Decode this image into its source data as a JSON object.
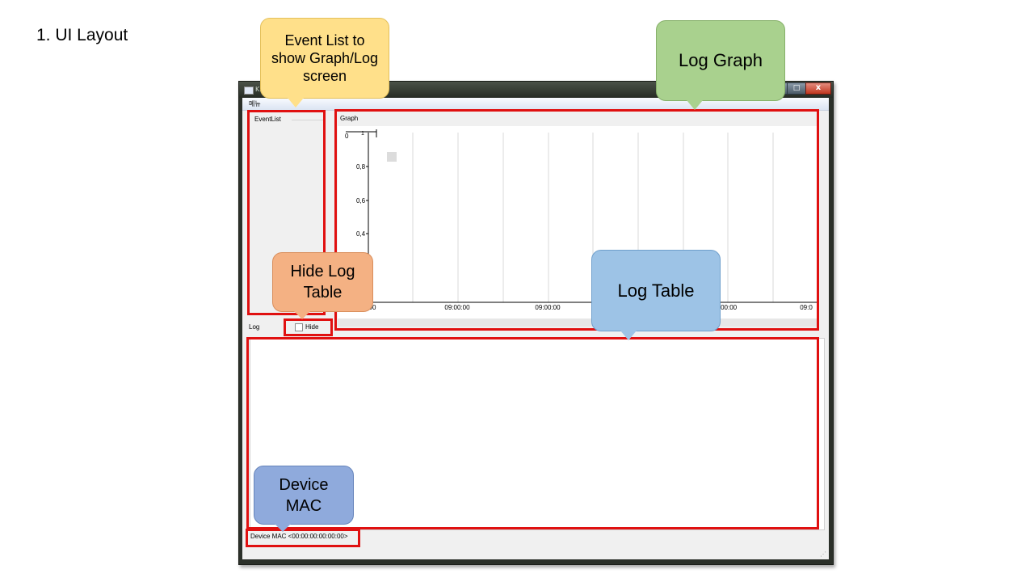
{
  "slide": {
    "title": "1. UI Layout"
  },
  "window": {
    "title": "K...",
    "close_glyph": "x",
    "maximize_glyph": "□",
    "menu_item": "메뉴",
    "resize_grip": "⋰"
  },
  "event_list": {
    "label": "EventList"
  },
  "graph": {
    "label": "Graph",
    "chart_data": {
      "type": "line",
      "title": "",
      "xlabel": "",
      "ylabel": "",
      "y_ticks": [
        "0,8",
        "0,6",
        "0,4"
      ],
      "top_tick": "0",
      "top_right_tick": "1",
      "x_ticks": [
        "00",
        "09:00:00",
        "09:00:00",
        ":00:00",
        "09:0"
      ],
      "series": [],
      "grid": true
    }
  },
  "log": {
    "label": "Log",
    "hide_label": "Hide",
    "hide_checked": false
  },
  "device": {
    "mac_text": "Device MAC <00:00:00:00:00:00>"
  },
  "callouts": {
    "event_list": {
      "text": "Event List to show Graph/Log screen",
      "color": "#ffe08a"
    },
    "log_graph": {
      "text": "Log Graph",
      "color": "#a9d18e"
    },
    "hide_log_table": {
      "text": "Hide Log Table",
      "color": "#f4b183"
    },
    "log_table": {
      "text": "Log Table",
      "color": "#9dc3e6"
    },
    "device_mac": {
      "text": "Device MAC",
      "color": "#8faadc"
    }
  },
  "highlight_color": "#e01010"
}
